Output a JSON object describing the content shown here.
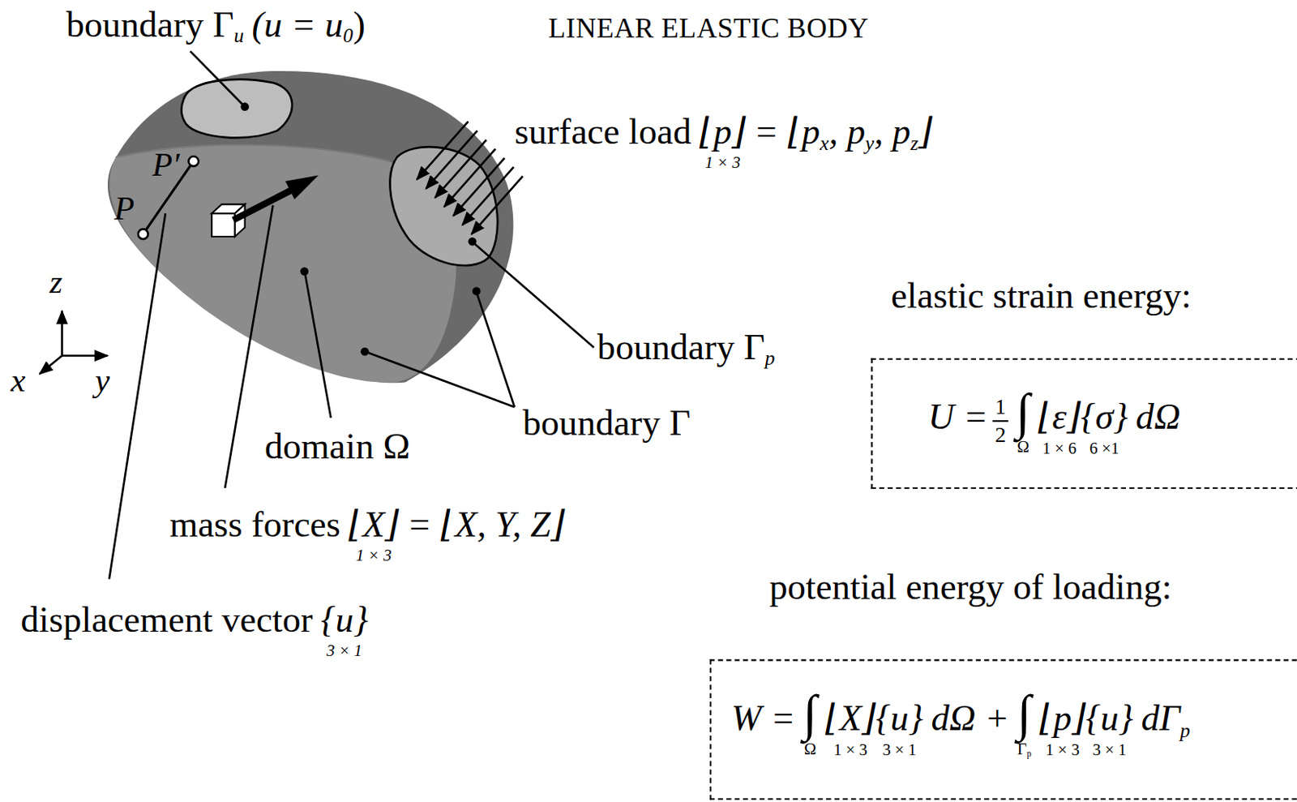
{
  "diagram": {
    "title": "LINEAR ELASTIC BODY",
    "nodes": [
      {
        "text": [
          "elastic strain energy:",
          "U =",
          "1",
          "2",
          "∫",
          "Ω",
          "⌊ε⌋",
          "1 × 6",
          "{σ}",
          "6 ×1",
          "dΩ"
        ]
      },
      {
        "text": [
          "potential energy of loading:",
          "W =",
          "∫",
          "Ω",
          "⌊X⌋",
          "1 × 3",
          "{u}",
          "3 × 1",
          "dΩ +",
          "∫",
          "Γ",
          "p",
          "⌊p⌋",
          "1 × 3",
          "{u}",
          "3 × 1",
          "dΓ",
          "p"
        ]
      }
    ],
    "labels": [
      "boundary Γ",
      "u",
      "(u = u",
      "0",
      ")",
      "surface load",
      "⌊p⌋",
      "1 × 3",
      "= ⌊p",
      "x",
      ", p",
      "y",
      ", p",
      "z",
      "⌋",
      "P′",
      "P",
      "z",
      "x",
      "y",
      "boundary Γ",
      "p",
      "boundary Γ",
      "domain Ω",
      "mass forces",
      "⌊X⌋",
      "1 × 3",
      "= ⌊X, Y, Z⌋",
      "displacement vector",
      "{u}",
      "3 × 1"
    ]
  }
}
